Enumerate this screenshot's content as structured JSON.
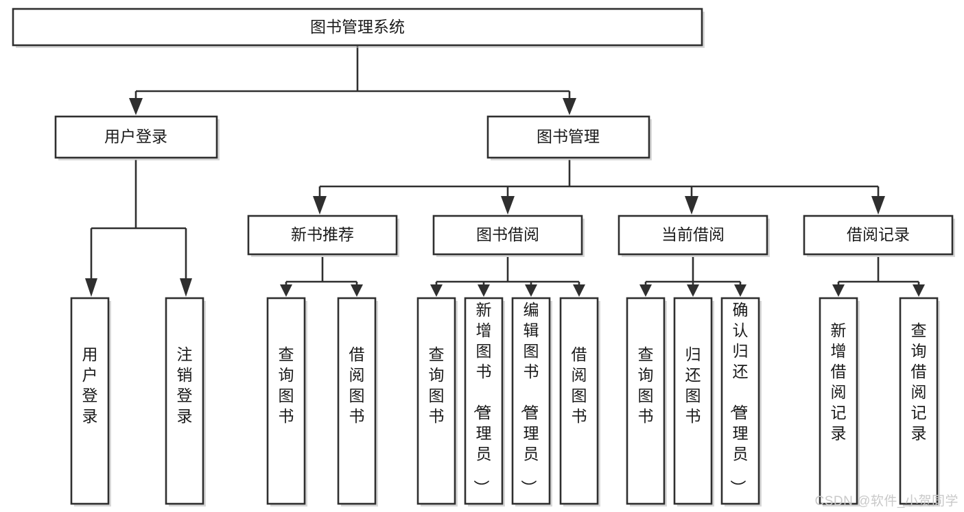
{
  "diagram": {
    "title": "图书管理系统",
    "type": "tree-hierarchy-diagram",
    "orientation": "top-down",
    "colors": {
      "box_stroke": "#2f2f2f",
      "box_fill": "#ffffff",
      "connector": "#2f2f2f",
      "text": "#1a1a1a",
      "background": "#ffffff",
      "watermark": "#c9c9c9"
    },
    "root": {
      "label": "图书管理系统"
    },
    "level2": [
      {
        "label": "用户登录"
      },
      {
        "label": "图书管理"
      }
    ],
    "level3": [
      {
        "label": "新书推荐"
      },
      {
        "label": "图书借阅"
      },
      {
        "label": "当前借阅"
      },
      {
        "label": "借阅记录"
      }
    ],
    "leaves": {
      "user_login": [
        {
          "label": "用户登录"
        },
        {
          "label": "注销登录"
        }
      ],
      "new_book_recommend": [
        {
          "label": "查询图书"
        },
        {
          "label": "借阅图书"
        }
      ],
      "book_borrow": [
        {
          "label": "查询图书"
        },
        {
          "label": "新增图书（管理员）"
        },
        {
          "label": "编辑图书（管理员）"
        },
        {
          "label": "借阅图书"
        }
      ],
      "current_borrow": [
        {
          "label": "查询图书"
        },
        {
          "label": "归还图书"
        },
        {
          "label": "确认归还（管理员）"
        }
      ],
      "borrow_record": [
        {
          "label": "新增借阅记录"
        },
        {
          "label": "查询借阅记录"
        }
      ]
    }
  },
  "watermark": {
    "text": "CSDN @软件_小贺同学"
  }
}
